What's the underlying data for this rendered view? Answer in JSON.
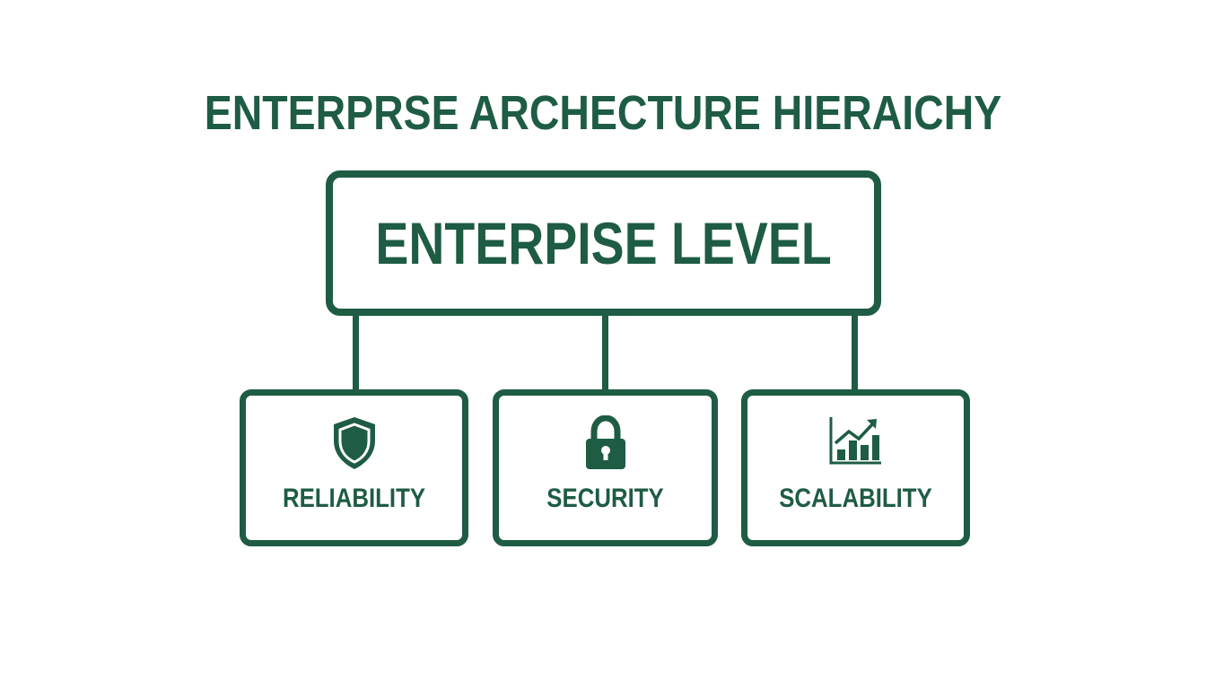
{
  "title": "ENTERPRSE ARCHECTURE HIERAICHY",
  "root": {
    "label": "ENTERPISE LEVEL"
  },
  "children": [
    {
      "label": "RELIABILITY",
      "icon": "shield-icon"
    },
    {
      "label": "SECURITY",
      "icon": "lock-icon"
    },
    {
      "label": "SCALABILITY",
      "icon": "growth-chart-icon"
    }
  ],
  "colors": {
    "primary": "#1e5c44",
    "background": "#ffffff"
  }
}
